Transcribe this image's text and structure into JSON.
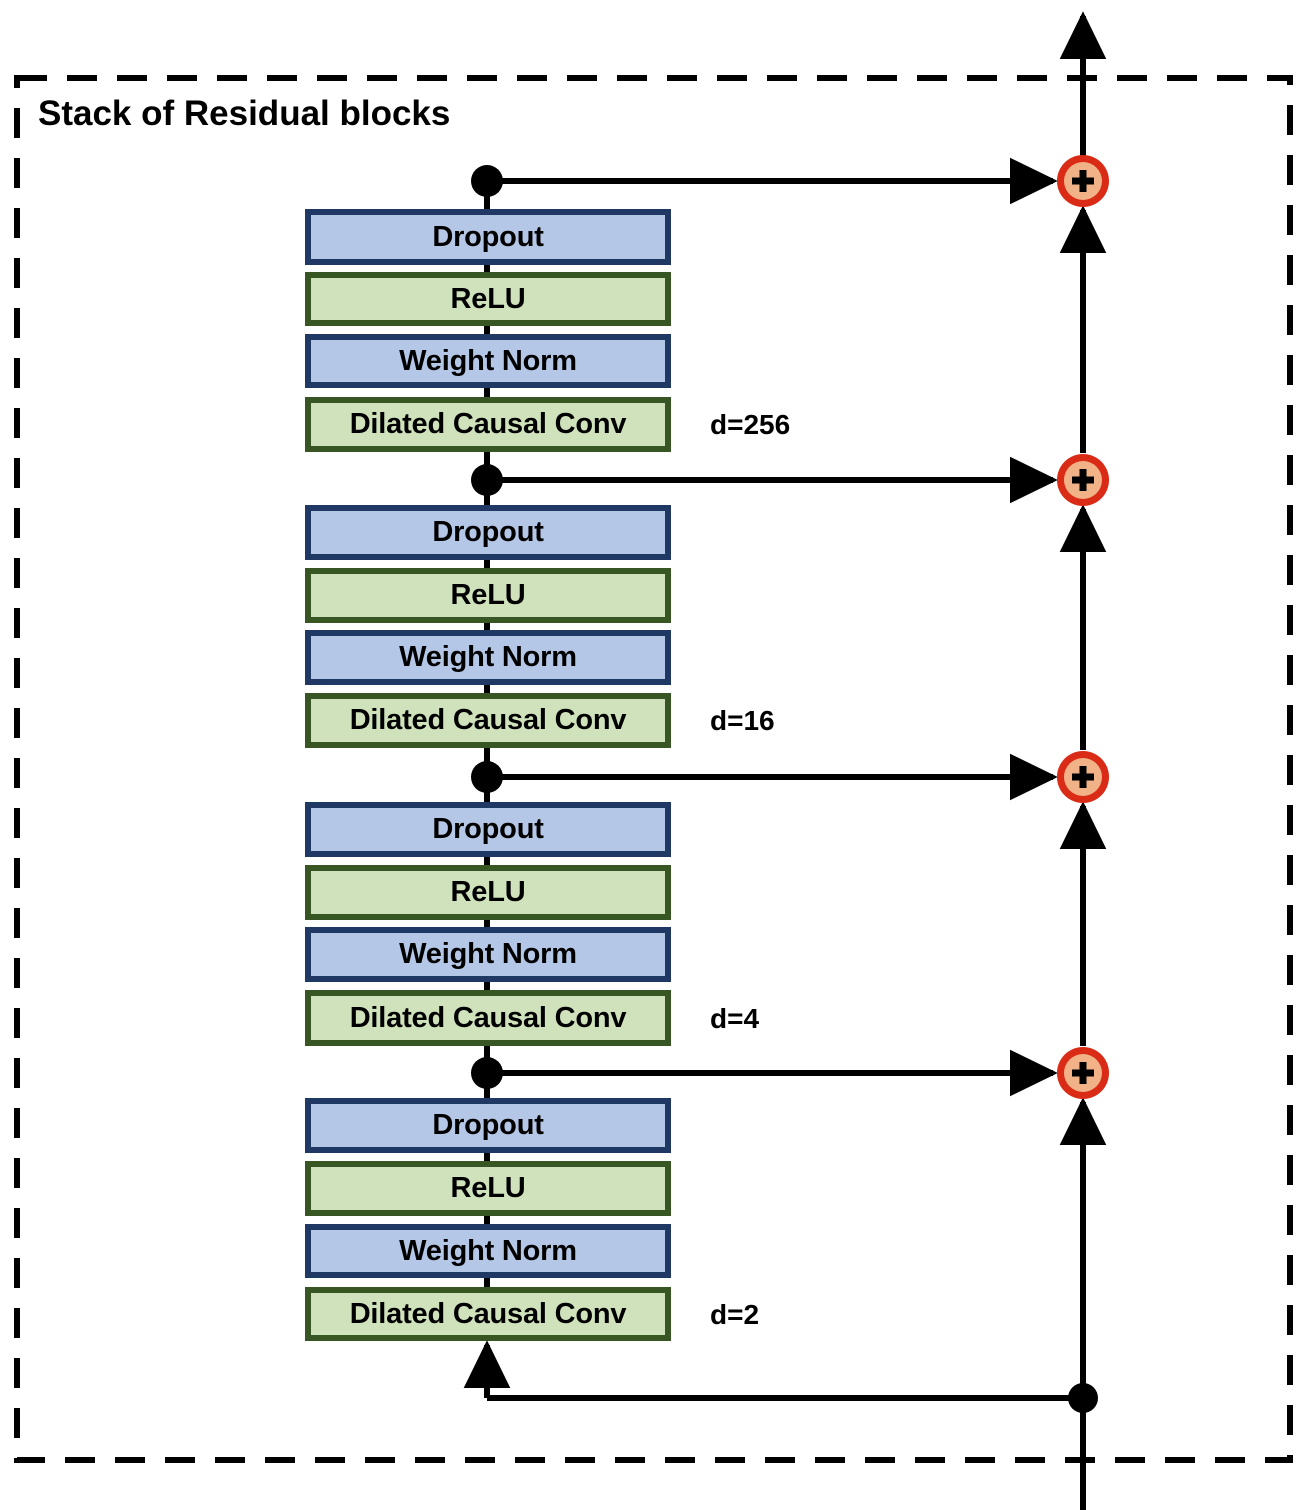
{
  "diagram": {
    "title": "Stack of Residual blocks",
    "container_style": "dashed-rectangle",
    "colors": {
      "blue_fill": "#b5c7e7",
      "blue_border": "#1f3864",
      "green_fill": "#cfe2bb",
      "green_border": "#375623",
      "adder_ring": "#d92b16",
      "adder_fill": "#f2b288",
      "wire": "#000000"
    },
    "adder_symbol": "+",
    "residual_blocks": [
      {
        "id": "residual-block-1",
        "dilation_label": "d=256",
        "layers": [
          {
            "label": "Dropout",
            "color": "blue"
          },
          {
            "label": "ReLU",
            "color": "green"
          },
          {
            "label": "Weight Norm",
            "color": "blue"
          },
          {
            "label": "Dilated Causal Conv",
            "color": "green"
          }
        ]
      },
      {
        "id": "residual-block-2",
        "dilation_label": "d=16",
        "layers": [
          {
            "label": "Dropout",
            "color": "blue"
          },
          {
            "label": "ReLU",
            "color": "green"
          },
          {
            "label": "Weight Norm",
            "color": "blue"
          },
          {
            "label": "Dilated Causal Conv",
            "color": "green"
          }
        ]
      },
      {
        "id": "residual-block-3",
        "dilation_label": "d=4",
        "layers": [
          {
            "label": "Dropout",
            "color": "blue"
          },
          {
            "label": "ReLU",
            "color": "green"
          },
          {
            "label": "Weight Norm",
            "color": "blue"
          },
          {
            "label": "Dilated Causal Conv",
            "color": "green"
          }
        ]
      },
      {
        "id": "residual-block-4",
        "dilation_label": "d=2",
        "layers": [
          {
            "label": "Dropout",
            "color": "blue"
          },
          {
            "label": "ReLU",
            "color": "green"
          },
          {
            "label": "Weight Norm",
            "color": "blue"
          },
          {
            "label": "Dilated Causal Conv",
            "color": "green"
          }
        ]
      }
    ],
    "adders": [
      {
        "id": "adder-1",
        "symbol": "+"
      },
      {
        "id": "adder-2",
        "symbol": "+"
      },
      {
        "id": "adder-3",
        "symbol": "+"
      },
      {
        "id": "adder-4",
        "symbol": "+"
      }
    ]
  }
}
